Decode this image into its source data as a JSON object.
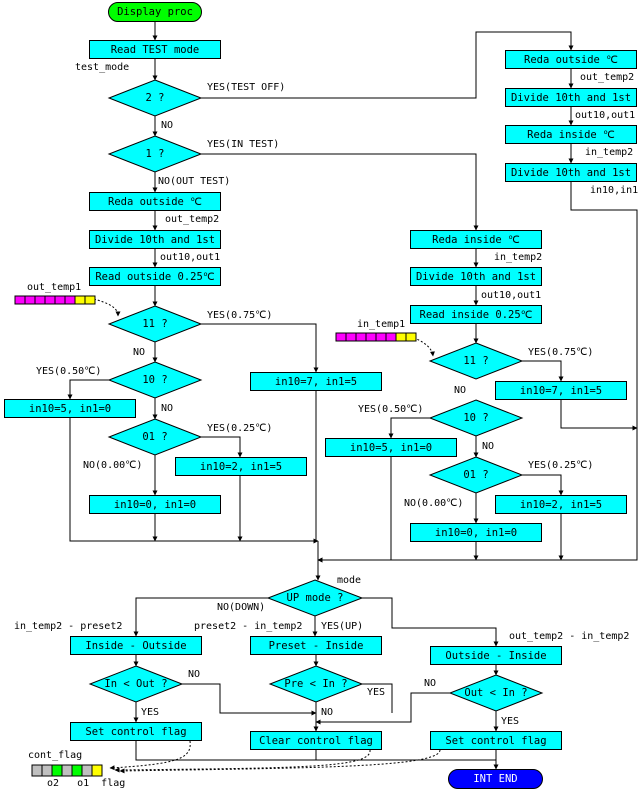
{
  "start": "Display proc",
  "end": "INT END",
  "b_read_test": "Read TEST mode",
  "l_test_mode": "test_mode",
  "d_2": "2 ?",
  "l_yes_test_off": "YES(TEST OFF)",
  "l_no_1": "NO",
  "d_1": "1 ?",
  "l_yes_in_test": "YES(IN TEST)",
  "l_no_out_test": "NO(OUT TEST)",
  "b_reda_outside_l": "Reda outside ℃",
  "l_out_temp2_l": "out_temp2",
  "b_div_l": "Divide 10th and 1st",
  "l_out10_l": "out10,out1",
  "b_read_out025": "Read outside 0.25℃",
  "l_out_temp1": "out_temp1",
  "d_11_l": "11 ?",
  "l_yes075_l": "YES(0.75℃)",
  "b_in10_7_l": "in10=7, in1=5",
  "l_no_11_l": "NO",
  "l_yes050_l": "YES(0.50℃)",
  "d_10_l": "10 ?",
  "b_in10_5_l": "in10=5, in1=0",
  "l_no_10_l": "NO",
  "d_01_l": "01 ?",
  "l_yes025_l": "YES(0.25℃)",
  "l_no000_l": "NO(0.00℃)",
  "b_in10_2_l": "in10=2, in1=5",
  "b_in10_0_l": "in10=0, in1=0",
  "b_reda_outside_r": "Reda outside ℃",
  "l_out_temp2_r": "out_temp2",
  "b_div_r1": "Divide 10th and 1st",
  "l_out10_r1": "out10,out1",
  "b_reda_inside_r": "Reda inside ℃",
  "l_in_temp2_r": "in_temp2",
  "b_div_r2": "Divide 10th and 1st",
  "l_in10_in1": "in10,in1",
  "b_reda_inside_m": "Reda inside ℃",
  "l_in_temp2_m": "in_temp2",
  "b_div_m": "Divide 10th and 1st",
  "l_out10_m": "out10,out1",
  "b_read_in025": "Read inside 0.25℃",
  "l_in_temp1": "in_temp1",
  "d_11_m": "11 ?",
  "l_yes075_m": "YES(0.75℃)",
  "l_no_11_m": "NO",
  "b_in10_7_m": "in10=7, in1=5",
  "l_yes050_m": "YES(0.50℃)",
  "d_10_m": "10 ?",
  "b_in10_5_m": "in10=5, in1=0",
  "l_no_10_m": "NO",
  "d_01_m": "01 ?",
  "l_yes025_m": "YES(0.25℃)",
  "l_no000_m": "NO(0.00℃)",
  "b_in10_2_m": "in10=2, in1=5",
  "b_in10_0_m": "in10=0, in1=0",
  "l_mode": "mode",
  "d_up": "UP mode ?",
  "l_no_down": "NO(DOWN)",
  "l_yes_up": "YES(UP)",
  "l_in_minus_preset": "in_temp2 - preset2",
  "l_preset_minus_in": "preset2 - in_temp2",
  "l_out_minus_in": "out_temp2 - in_temp2",
  "b_inside_outside": "Inside - Outside",
  "b_preset_inside": "Preset - Inside",
  "b_outside_inside": "Outside - Inside",
  "d_in_lt_out": "In < Out ?",
  "l_no_inout": "NO",
  "l_yes_inout": "YES",
  "d_pre_lt_in": "Pre < In ?",
  "l_yes_prein": "YES",
  "l_no_prein": "NO",
  "d_out_lt_in": "Out < In ?",
  "l_no_outin": "NO",
  "l_yes_outin": "YES",
  "b_set_flag_l": "Set control flag",
  "b_clear_flag": "Clear control flag",
  "b_set_flag_r": "Set control flag",
  "l_cont_flag": "cont_flag",
  "l_reg_labels": "o2   o1  flag",
  "colors": {
    "process": "#00ffff",
    "start": "#00ff00",
    "end": "#0000ff",
    "register_magenta": "#ff00ff",
    "register_yellow": "#ffff00",
    "register_green": "#00ff00",
    "register_gray": "#c0c0c0"
  }
}
